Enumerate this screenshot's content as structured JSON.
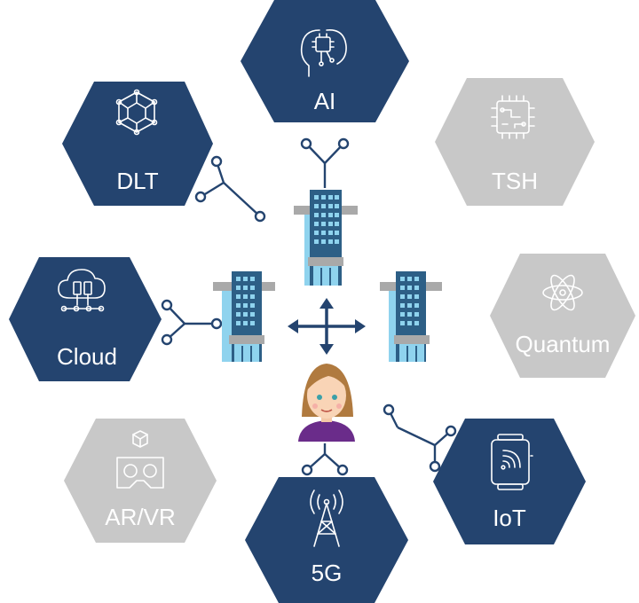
{
  "colors": {
    "active": "#24446f",
    "inactive": "#c8c8c8",
    "connector": "#24446f",
    "building_dark": "#2d5f86",
    "building_light": "#8fd3ee",
    "building_gray": "#a9a9a9"
  },
  "hexagons": [
    {
      "id": "ai",
      "label": "AI",
      "icon": "brain-chip-icon",
      "state": "active"
    },
    {
      "id": "dlt",
      "label": "DLT",
      "icon": "network-cube-icon",
      "state": "active"
    },
    {
      "id": "tsh",
      "label": "TSH",
      "icon": "circuit-chip-icon",
      "state": "inactive"
    },
    {
      "id": "cloud",
      "label": "Cloud",
      "icon": "cloud-server-icon",
      "state": "active"
    },
    {
      "id": "quantum",
      "label": "Quantum",
      "icon": "atom-icon",
      "state": "inactive"
    },
    {
      "id": "arvr",
      "label": "AR/VR",
      "icon": "vr-headset-icon",
      "state": "inactive"
    },
    {
      "id": "fiveg",
      "label": "5G",
      "icon": "antenna-tower-icon",
      "state": "active"
    },
    {
      "id": "iot",
      "label": "IoT",
      "icon": "smartwatch-icon",
      "state": "active"
    }
  ],
  "center": {
    "buildings": [
      "building-icon",
      "building-icon",
      "building-icon"
    ],
    "arrows": "four-way-arrow-icon",
    "person": "woman-avatar-icon"
  }
}
